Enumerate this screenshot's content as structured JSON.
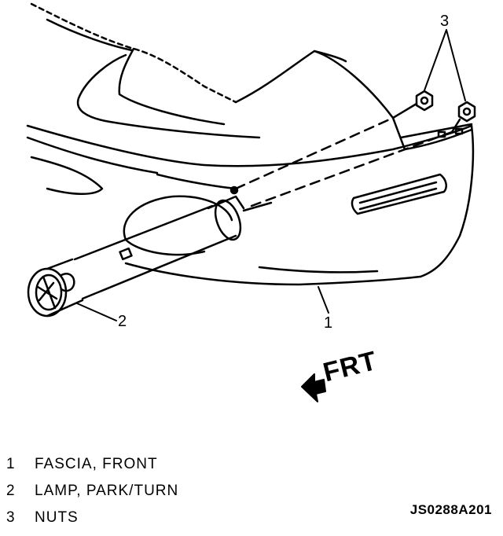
{
  "callouts": {
    "nuts": "3",
    "lamp": "2",
    "fascia": "1"
  },
  "direction_label": "FRT",
  "legend": [
    {
      "num": "1",
      "text": "FASCIA, FRONT"
    },
    {
      "num": "2",
      "text": "LAMP, PARK/TURN"
    },
    {
      "num": "3",
      "text": "NUTS"
    }
  ],
  "figure_code": "JS0288A201"
}
